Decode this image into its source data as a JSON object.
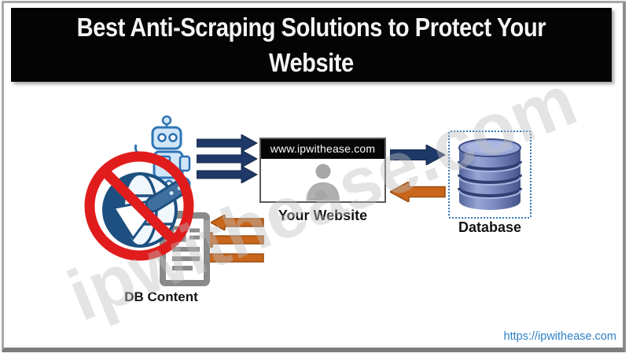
{
  "title": {
    "line1": "Best Anti-Scraping Solutions to Protect Your",
    "line2": "Website"
  },
  "diagram": {
    "blocked_scraper": {
      "label": "DB Content",
      "icons": [
        "robot-icon",
        "no-scraping-globe-icon",
        "db-content-document-icon"
      ]
    },
    "website": {
      "address_bar": "www.ipwithease.com",
      "label": "Your Website",
      "icon": "user-icon"
    },
    "database": {
      "label": "Database",
      "icon": "database-cylinder-icon"
    },
    "arrows": {
      "scraper_to_website": {
        "count": 3,
        "direction": "right",
        "color": "#1e3968"
      },
      "website_to_db_content": {
        "count": 3,
        "direction": "left",
        "color": "#c9661b"
      },
      "website_to_database": {
        "count": 1,
        "direction": "right",
        "color": "#1e3968"
      },
      "database_to_website": {
        "count": 1,
        "direction": "left",
        "color": "#c9661b"
      }
    }
  },
  "watermark": "ipwithease.com",
  "footer": {
    "link": "https://ipwithease.com"
  },
  "colors": {
    "navy_arrow": "#1e3968",
    "orange_arrow": "#c9661b",
    "ban_red": "#e11c1c",
    "icon_blue": "#2e75b6",
    "globe_dark_blue": "#1d5080",
    "gray_icon": "#8a8a8a",
    "link_blue": "#2e80c8",
    "watermark_gray": "#bfbfbf"
  }
}
